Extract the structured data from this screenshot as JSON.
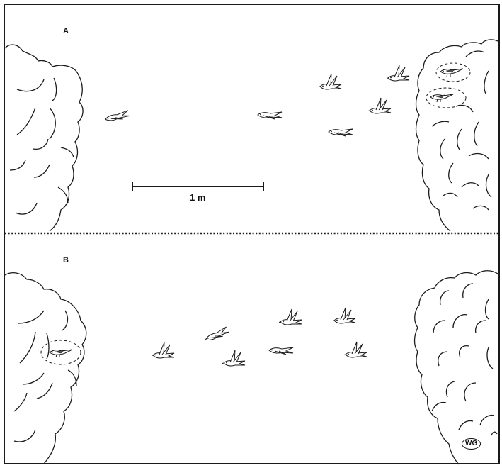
{
  "figure": {
    "panels": [
      {
        "label": "A",
        "description": "Birds flying from left bush toward right bush; two birds perched (circled) in right bush",
        "flying_birds": 6,
        "perched_birds_circled": 2,
        "circled_location": "right-bush"
      },
      {
        "label": "B",
        "description": "Flock of birds flying between bushes; one bird perched (circled) in left bush",
        "flying_birds": 7,
        "perched_birds_circled": 1,
        "circled_location": "left-bush"
      }
    ],
    "scale_bar": {
      "label": "1 m"
    },
    "signature": "WG",
    "colors": {
      "ink": "#1a1a1a",
      "background": "#ffffff"
    }
  }
}
